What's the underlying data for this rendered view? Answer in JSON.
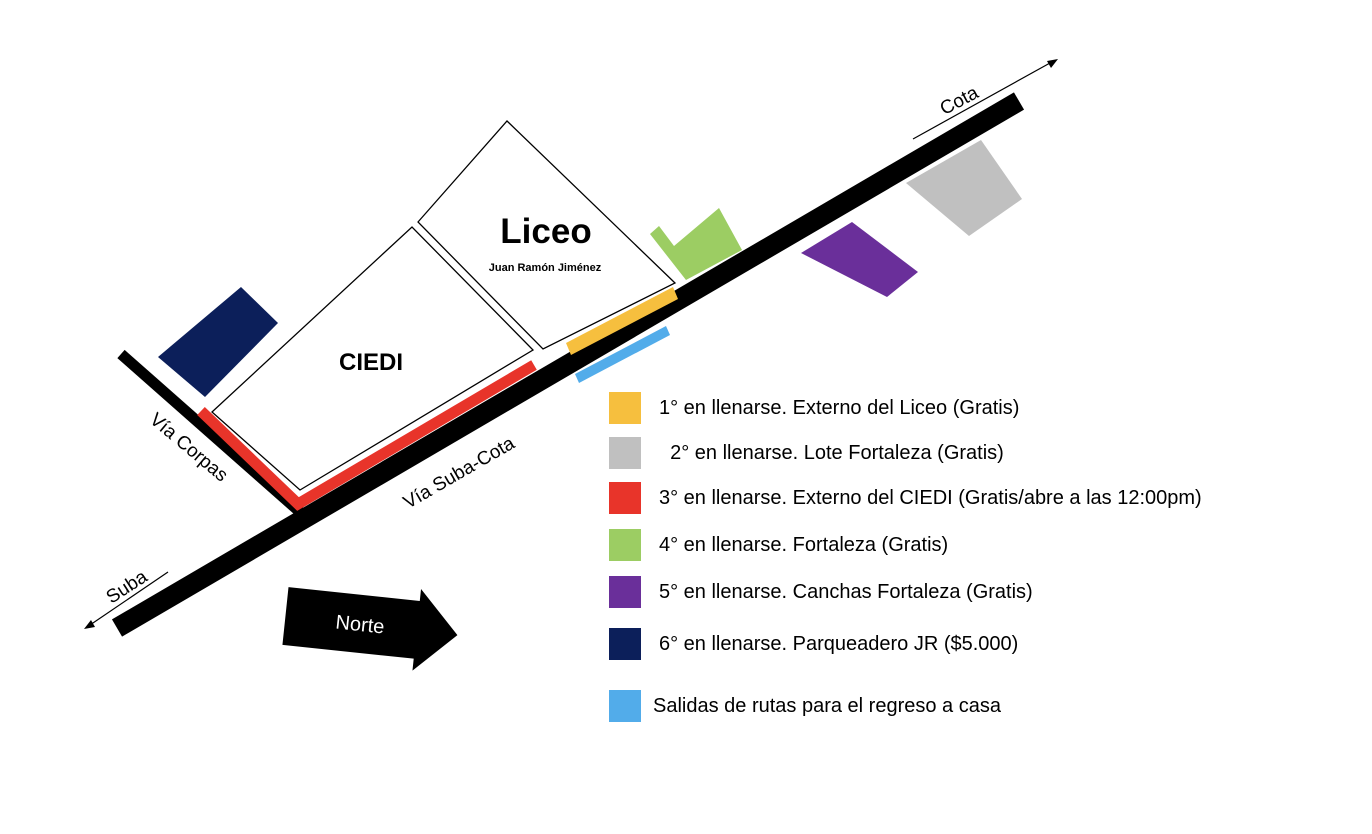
{
  "labels": {
    "liceo_title": "Liceo",
    "liceo_subtitle": "Juan Ramón Jiménez",
    "ciedi": "CIEDI",
    "via_corpas": "Vía Corpas",
    "via_suba_cota": "Vía Suba-Cota",
    "cota": "Cota",
    "suba": "Suba",
    "norte": "Norte"
  },
  "colors": {
    "yellow": "#f6bf3e",
    "gray": "#c0c0c0",
    "red": "#e8342a",
    "green": "#9ccd63",
    "purple": "#6a2f9a",
    "navy": "#0c1f5a",
    "light_blue": "#52acea",
    "road": "#000000"
  },
  "legend": [
    {
      "color": "#f6bf3e",
      "label": "1° en llenarse. Externo del Liceo (Gratis)"
    },
    {
      "color": "#c0c0c0",
      "label": "  2° en llenarse. Lote Fortaleza (Gratis)"
    },
    {
      "color": "#e8342a",
      "label": "3° en llenarse. Externo del CIEDI (Gratis/abre a las 12:00pm)"
    },
    {
      "color": "#9ccd63",
      "label": "4° en llenarse. Fortaleza (Gratis)"
    },
    {
      "color": "#6a2f9a",
      "label": "5° en llenarse. Canchas Fortaleza (Gratis)"
    },
    {
      "color": "#0c1f5a",
      "label": "6° en llenarse. Parqueadero JR ($5.000)"
    },
    {
      "color": "#52acea",
      "label": "Salidas de rutas para el regreso a casa"
    }
  ]
}
